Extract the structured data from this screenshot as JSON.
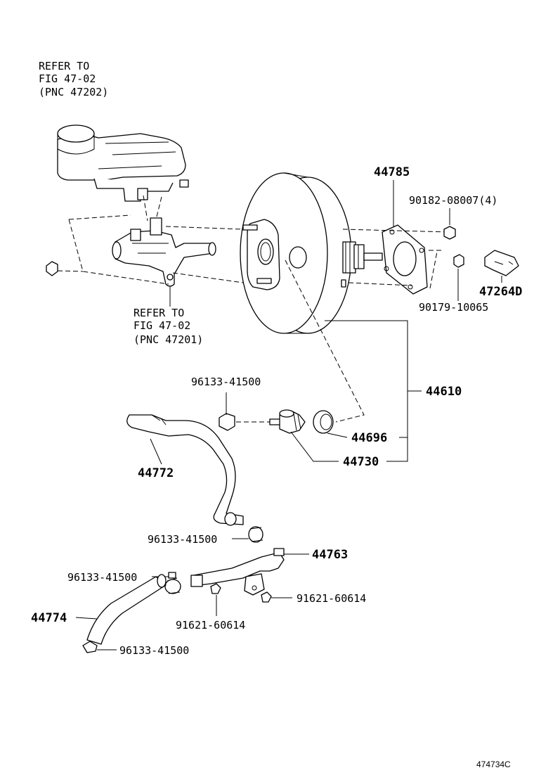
{
  "refs": {
    "top": [
      "REFER TO",
      "FIG 47-02",
      "(PNC 47202)"
    ],
    "mid": [
      "REFER TO",
      "FIG 47-02",
      "(PNC 47201)"
    ]
  },
  "parts": {
    "p44785": "44785",
    "p90182": "90182-08007(4)",
    "p47264": "47264D",
    "p90179": "90179-10065",
    "p44610": "44610",
    "p96133_a": "96133-41500",
    "p44696": "44696",
    "p44730": "44730",
    "p44772": "44772",
    "p96133_b": "96133-41500",
    "p44763": "44763",
    "p96133_c": "96133-41500",
    "p91621_a": "91621-60614",
    "p44774": "44774",
    "p91621_b": "91621-60614",
    "p96133_d": "96133-41500"
  },
  "figure_code": "474734C"
}
